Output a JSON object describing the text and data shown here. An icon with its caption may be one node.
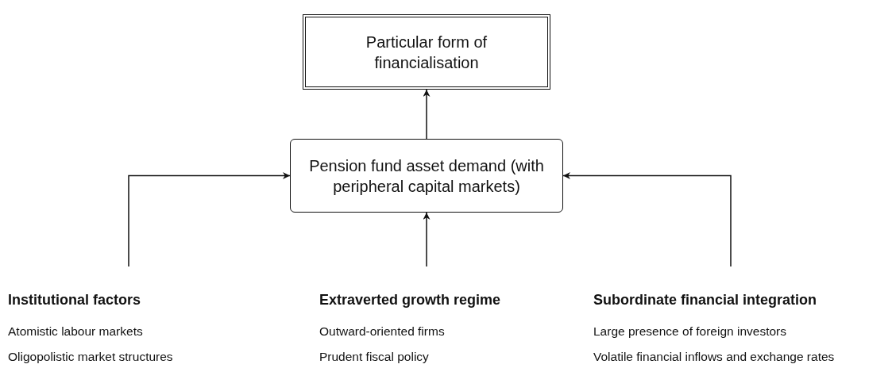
{
  "diagram": {
    "nodes": [
      {
        "text": [
          "Particular form of financialisation"
        ]
      },
      {
        "text": [
          "Pension fund asset demand (with peripheral capital markets)"
        ]
      },
      {
        "text": [
          "Institutional factors",
          "Atomistic labour markets",
          "Oligopolistic market structures"
        ]
      },
      {
        "text": [
          "Extraverted growth regime",
          "Outward-oriented firms",
          "Prudent fiscal policy"
        ]
      },
      {
        "text": [
          "Subordinate financial integration",
          "Large presence of foreign investors",
          "Volatile financial inflows and exchange rates"
        ]
      }
    ],
    "edges": [
      {
        "from": 1,
        "to": 0,
        "arrow": "to"
      },
      {
        "from": 2,
        "to": 1,
        "arrow": "to"
      },
      {
        "from": 3,
        "to": 1,
        "arrow": "to"
      },
      {
        "from": 4,
        "to": 1,
        "arrow": "to"
      }
    ]
  }
}
